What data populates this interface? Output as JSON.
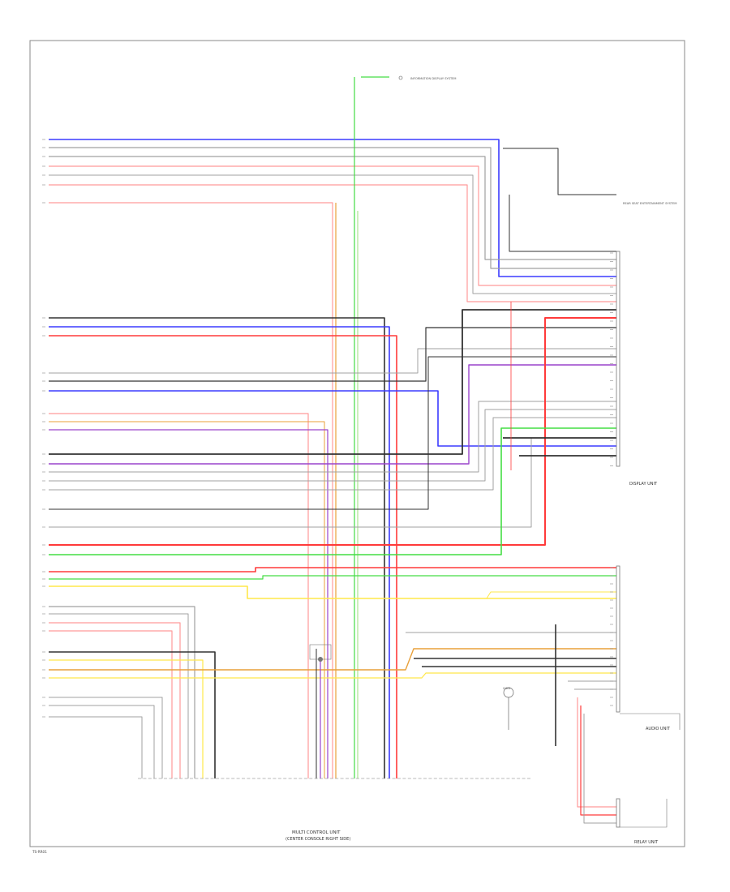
{
  "diagram": {
    "colors": {
      "blue": "#3b3bff",
      "gray": "#a0a0a0",
      "black": "#333333",
      "red": "#ff3a3a",
      "pink": "#ff9a9a",
      "green": "#44dd44",
      "yellow": "#ffe84a",
      "orange": "#e8a03a",
      "purple": "#9a44cc",
      "lightgreen": "#9adf7a"
    },
    "components": {
      "display_unit": "DISPLAY UNIT",
      "audio_unit": "AUDIO UNIT",
      "main_control_unit": "MULTI CONTROL UNIT",
      "main_control_sub": "(CENTER CONSOLE RIGHT SIDE)",
      "sub_unit": "RELAY UNIT",
      "antenna_top": "INFORMATION DISPLAY SYSTEM",
      "right_top_label": "REAR SEAT ENTERTAINMENT SYSTEM",
      "ground_label": "G401",
      "bottom_left_code": "TS-RR01"
    }
  }
}
